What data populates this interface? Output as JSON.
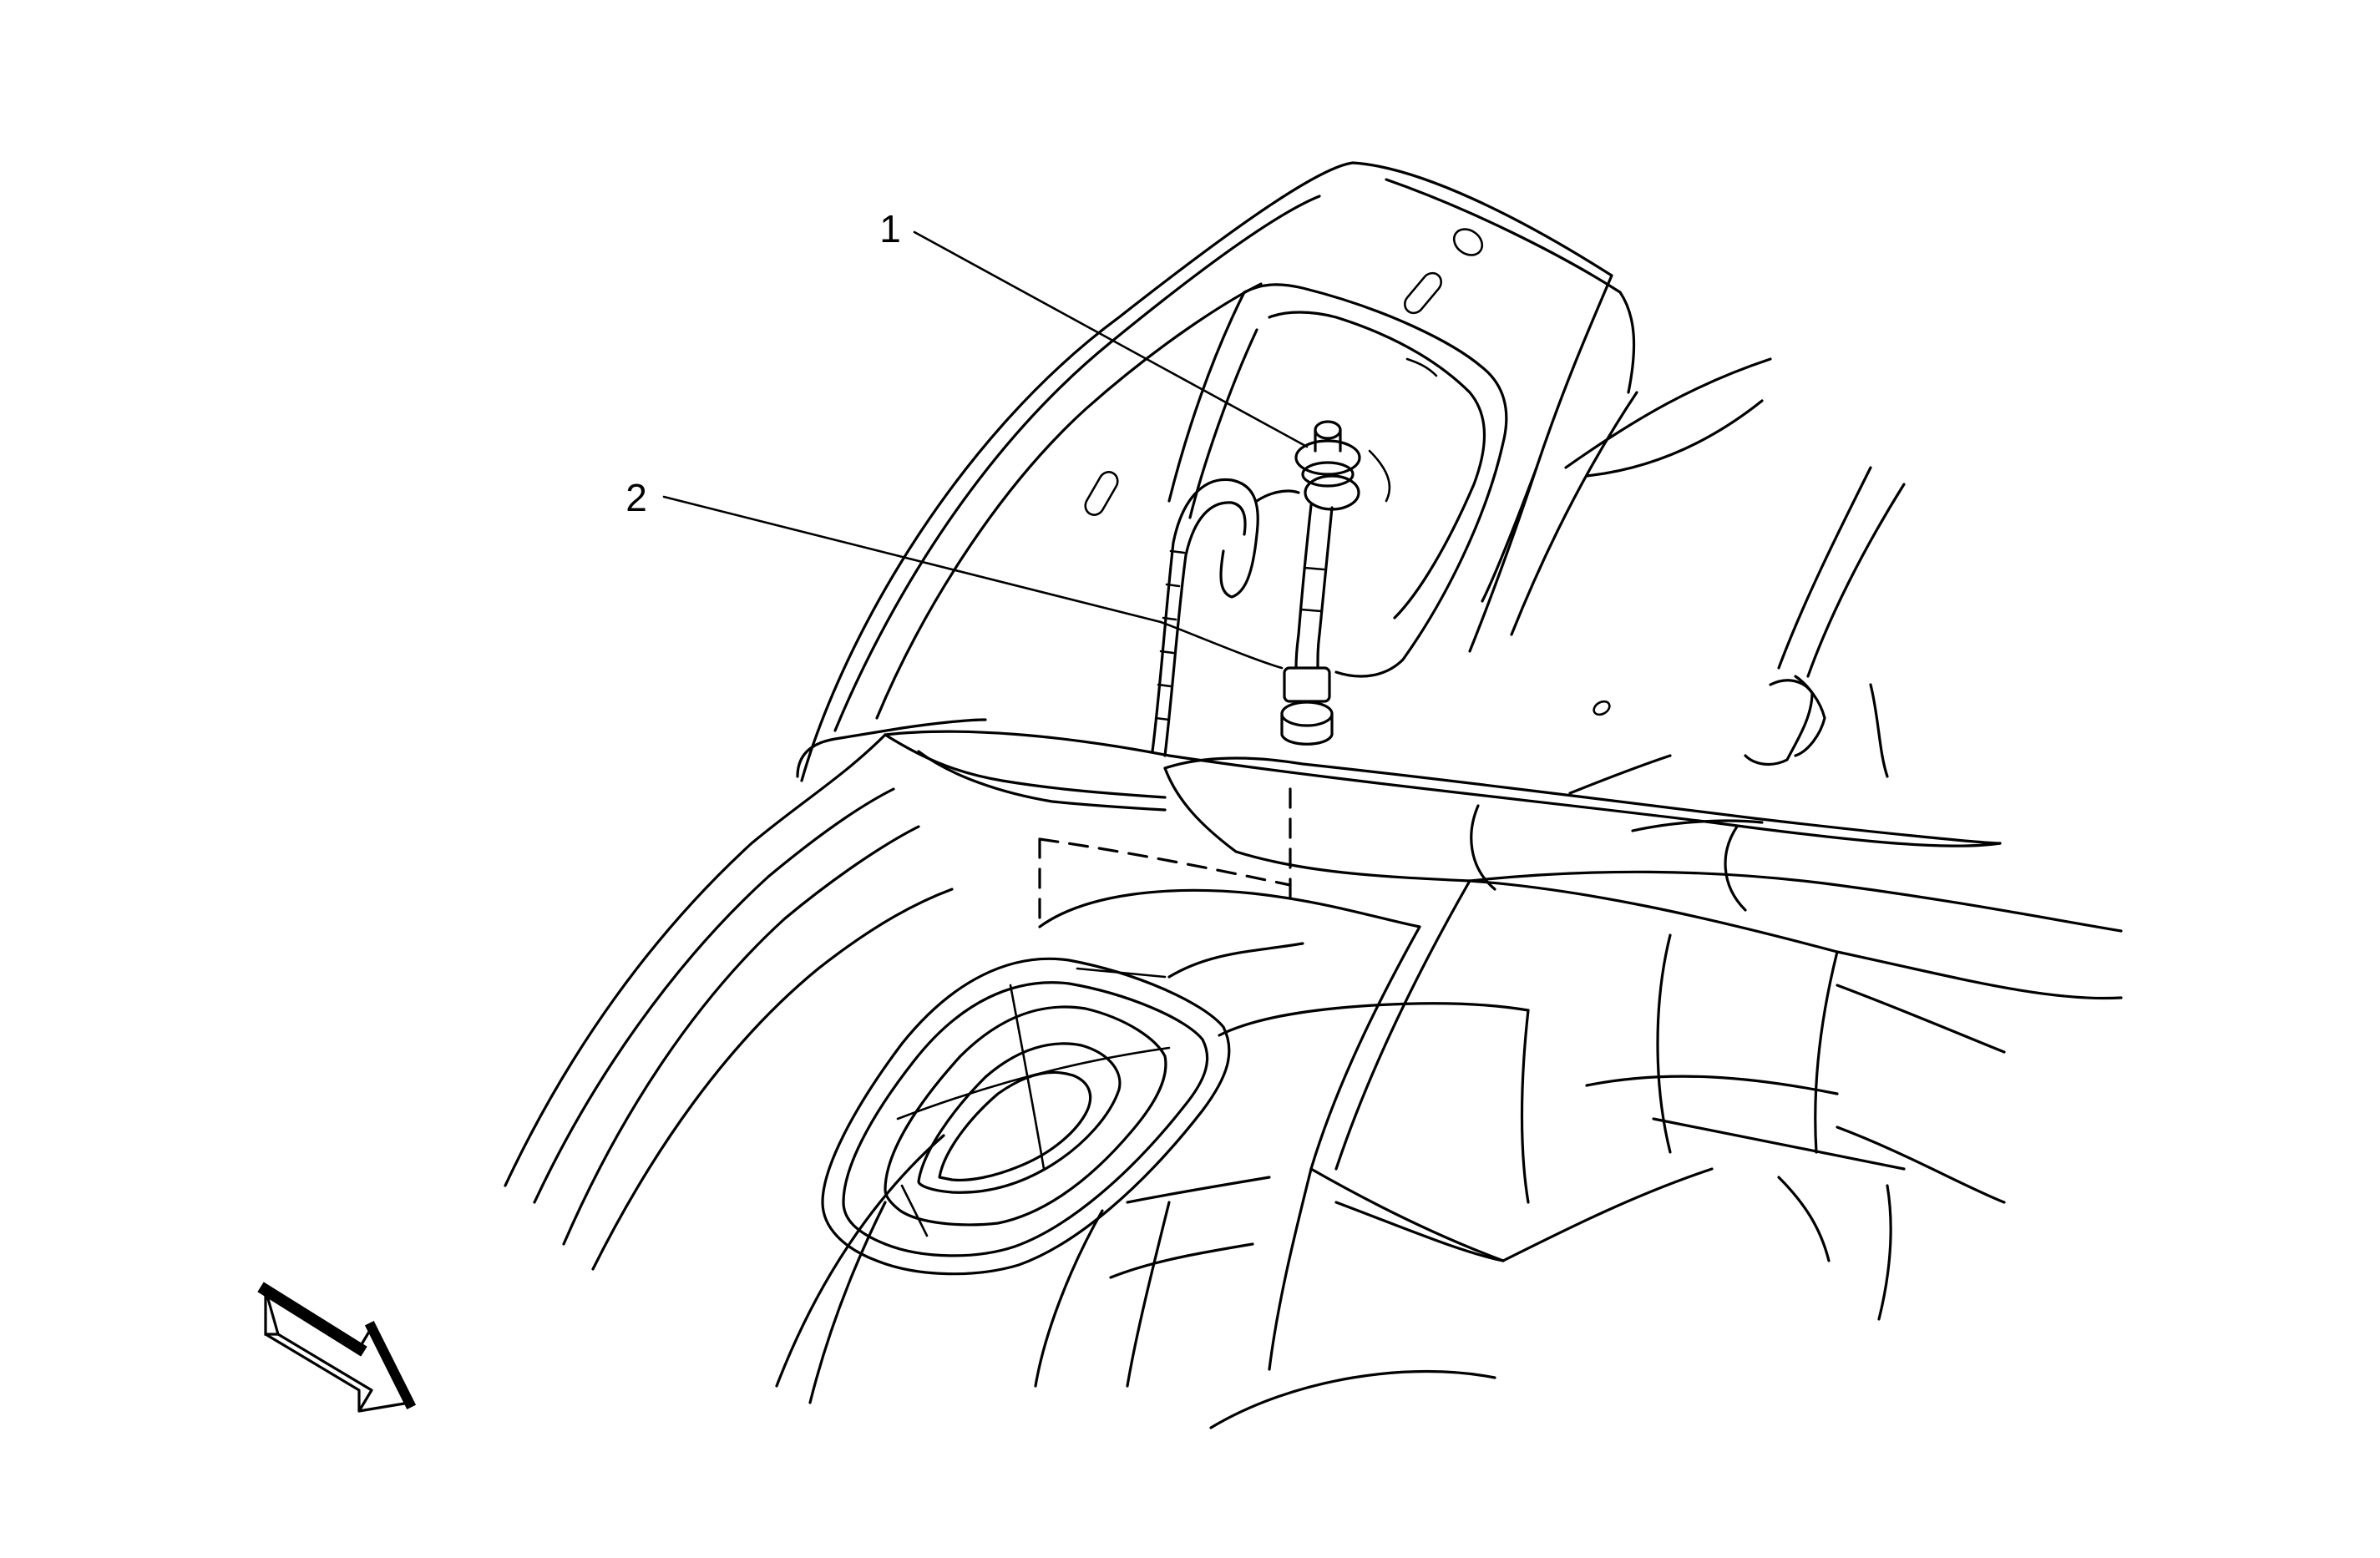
{
  "callouts": [
    {
      "id": "1",
      "label": "1"
    },
    {
      "id": "2",
      "label": "2"
    }
  ],
  "view_arrow": {
    "icon": "view-direction-arrow-icon"
  },
  "colors": {
    "line": "#000000",
    "background": "#ffffff"
  }
}
